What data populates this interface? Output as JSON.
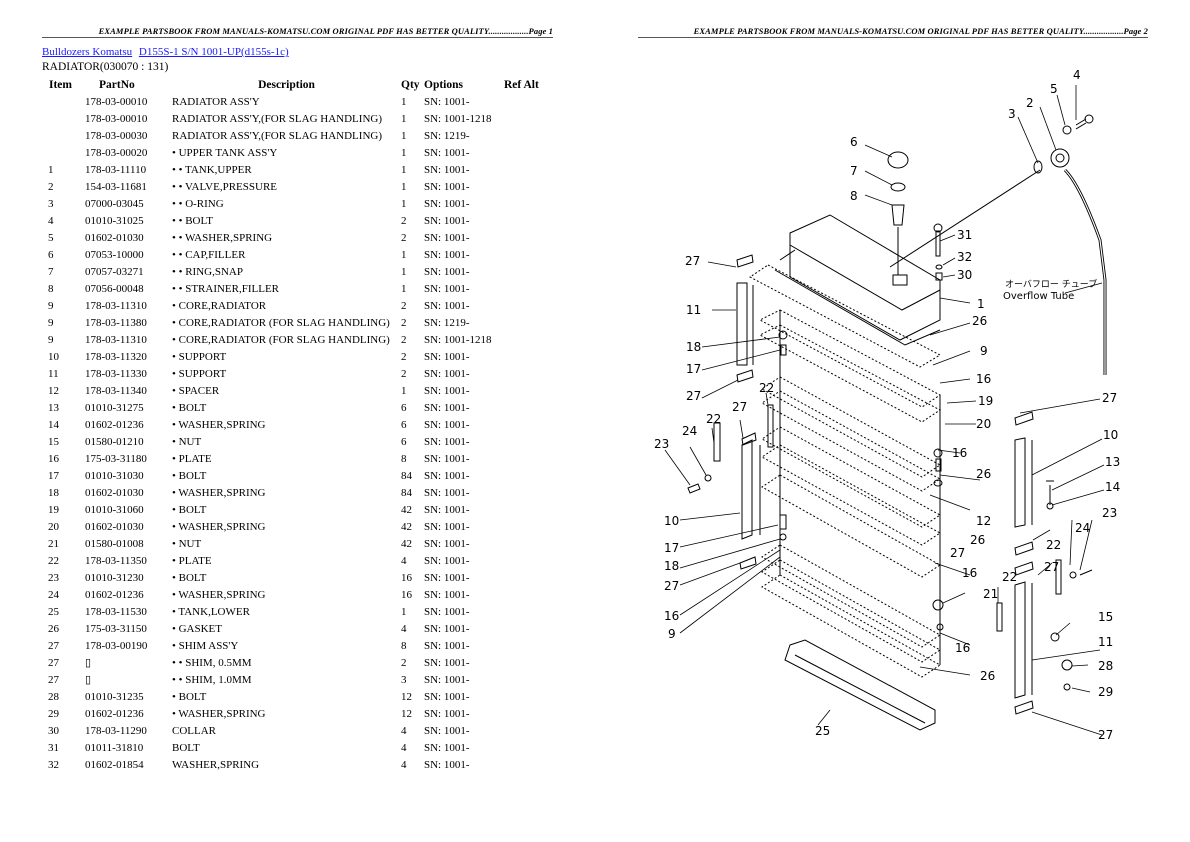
{
  "header": {
    "page1": "EXAMPLE PARTSBOOK FROM MANUALS-KOMATSU.COM ORIGINAL PDF HAS BETTER QUALITY..................Page 1",
    "page2": "EXAMPLE PARTSBOOK FROM MANUALS-KOMATSU.COM ORIGINAL PDF HAS BETTER QUALITY..................Page 2"
  },
  "breadcrumb": {
    "category": "Bulldozers Komatsu",
    "model": "D155S-1 S/N 1001-UP(d155s-1c)"
  },
  "section_title": "RADIATOR(030070 : 131)",
  "table": {
    "columns": [
      "Item",
      "PartNo",
      "Description",
      "Qty",
      "Options",
      "Ref Alt"
    ],
    "rows": [
      {
        "item": "",
        "part": "178-03-00010",
        "desc": "RADIATOR ASS'Y",
        "qty": "1",
        "opt": "SN: 1001-",
        "ref": ""
      },
      {
        "item": "",
        "part": "178-03-00010",
        "desc": "RADIATOR ASS'Y,(FOR SLAG HANDLING)",
        "qty": "1",
        "opt": "SN: 1001-1218",
        "ref": ""
      },
      {
        "item": "",
        "part": "178-03-00030",
        "desc": "RADIATOR ASS'Y,(FOR SLAG HANDLING)",
        "qty": "1",
        "opt": "SN: 1219-",
        "ref": ""
      },
      {
        "item": "",
        "part": "178-03-00020",
        "desc": "• UPPER TANK ASS'Y",
        "qty": "1",
        "opt": "SN: 1001-",
        "ref": ""
      },
      {
        "item": "1",
        "part": "178-03-11110",
        "desc": "• • TANK,UPPER",
        "qty": "1",
        "opt": "SN: 1001-",
        "ref": ""
      },
      {
        "item": "2",
        "part": "154-03-11681",
        "desc": "• • VALVE,PRESSURE",
        "qty": "1",
        "opt": "SN: 1001-",
        "ref": ""
      },
      {
        "item": "3",
        "part": "07000-03045",
        "desc": "• • O-RING",
        "qty": "1",
        "opt": "SN: 1001-",
        "ref": ""
      },
      {
        "item": "4",
        "part": "01010-31025",
        "desc": "• • BOLT",
        "qty": "2",
        "opt": "SN: 1001-",
        "ref": ""
      },
      {
        "item": "5",
        "part": "01602-01030",
        "desc": "• • WASHER,SPRING",
        "qty": "2",
        "opt": "SN: 1001-",
        "ref": ""
      },
      {
        "item": "6",
        "part": "07053-10000",
        "desc": "• • CAP,FILLER",
        "qty": "1",
        "opt": "SN: 1001-",
        "ref": ""
      },
      {
        "item": "7",
        "part": "07057-03271",
        "desc": "• • RING,SNAP",
        "qty": "1",
        "opt": "SN: 1001-",
        "ref": ""
      },
      {
        "item": "8",
        "part": "07056-00048",
        "desc": "• • STRAINER,FILLER",
        "qty": "1",
        "opt": "SN: 1001-",
        "ref": ""
      },
      {
        "item": "9",
        "part": "178-03-11310",
        "desc": "• CORE,RADIATOR",
        "qty": "2",
        "opt": "SN: 1001-",
        "ref": ""
      },
      {
        "item": "9",
        "part": "178-03-11380",
        "desc": "• CORE,RADIATOR (FOR SLAG HANDLING)",
        "qty": "2",
        "opt": "SN: 1219-",
        "ref": ""
      },
      {
        "item": "9",
        "part": "178-03-11310",
        "desc": "• CORE,RADIATOR (FOR SLAG HANDLING)",
        "qty": "2",
        "opt": "SN: 1001-1218",
        "ref": ""
      },
      {
        "item": "10",
        "part": "178-03-11320",
        "desc": "• SUPPORT",
        "qty": "2",
        "opt": "SN: 1001-",
        "ref": ""
      },
      {
        "item": "11",
        "part": "178-03-11330",
        "desc": "• SUPPORT",
        "qty": "2",
        "opt": "SN: 1001-",
        "ref": ""
      },
      {
        "item": "12",
        "part": "178-03-11340",
        "desc": "• SPACER",
        "qty": "1",
        "opt": "SN: 1001-",
        "ref": ""
      },
      {
        "item": "13",
        "part": "01010-31275",
        "desc": "• BOLT",
        "qty": "6",
        "opt": "SN: 1001-",
        "ref": ""
      },
      {
        "item": "14",
        "part": "01602-01236",
        "desc": "• WASHER,SPRING",
        "qty": "6",
        "opt": "SN: 1001-",
        "ref": ""
      },
      {
        "item": "15",
        "part": "01580-01210",
        "desc": "• NUT",
        "qty": "6",
        "opt": "SN: 1001-",
        "ref": ""
      },
      {
        "item": "16",
        "part": "175-03-31180",
        "desc": "• PLATE",
        "qty": "8",
        "opt": "SN: 1001-",
        "ref": ""
      },
      {
        "item": "17",
        "part": "01010-31030",
        "desc": "• BOLT",
        "qty": "84",
        "opt": "SN: 1001-",
        "ref": ""
      },
      {
        "item": "18",
        "part": "01602-01030",
        "desc": "• WASHER,SPRING",
        "qty": "84",
        "opt": "SN: 1001-",
        "ref": ""
      },
      {
        "item": "19",
        "part": "01010-31060",
        "desc": "• BOLT",
        "qty": "42",
        "opt": "SN: 1001-",
        "ref": ""
      },
      {
        "item": "20",
        "part": "01602-01030",
        "desc": "• WASHER,SPRING",
        "qty": "42",
        "opt": "SN: 1001-",
        "ref": ""
      },
      {
        "item": "21",
        "part": "01580-01008",
        "desc": "• NUT",
        "qty": "42",
        "opt": "SN: 1001-",
        "ref": ""
      },
      {
        "item": "22",
        "part": "178-03-11350",
        "desc": "• PLATE",
        "qty": "4",
        "opt": "SN: 1001-",
        "ref": ""
      },
      {
        "item": "23",
        "part": "01010-31230",
        "desc": "• BOLT",
        "qty": "16",
        "opt": "SN: 1001-",
        "ref": ""
      },
      {
        "item": "24",
        "part": "01602-01236",
        "desc": "• WASHER,SPRING",
        "qty": "16",
        "opt": "SN: 1001-",
        "ref": ""
      },
      {
        "item": "25",
        "part": "178-03-11530",
        "desc": "• TANK,LOWER",
        "qty": "1",
        "opt": "SN: 1001-",
        "ref": ""
      },
      {
        "item": "26",
        "part": "175-03-31150",
        "desc": "• GASKET",
        "qty": "4",
        "opt": "SN: 1001-",
        "ref": ""
      },
      {
        "item": "27",
        "part": "178-03-00190",
        "desc": "• SHIM ASS'Y",
        "qty": "8",
        "opt": "SN: 1001-",
        "ref": ""
      },
      {
        "item": "27",
        "part": "▯",
        "desc": "• • SHIM, 0.5MM",
        "qty": "2",
        "opt": "SN: 1001-",
        "ref": ""
      },
      {
        "item": "27",
        "part": "▯",
        "desc": "• • SHIM, 1.0MM",
        "qty": "3",
        "opt": "SN: 1001-",
        "ref": ""
      },
      {
        "item": "28",
        "part": "01010-31235",
        "desc": "• BOLT",
        "qty": "12",
        "opt": "SN: 1001-",
        "ref": ""
      },
      {
        "item": "29",
        "part": "01602-01236",
        "desc": "• WASHER,SPRING",
        "qty": "12",
        "opt": "SN: 1001-",
        "ref": ""
      },
      {
        "item": "30",
        "part": "178-03-11290",
        "desc": "COLLAR",
        "qty": "4",
        "opt": "SN: 1001-",
        "ref": ""
      },
      {
        "item": "31",
        "part": "01011-31810",
        "desc": "BOLT",
        "qty": "4",
        "opt": "SN: 1001-",
        "ref": ""
      },
      {
        "item": "32",
        "part": "01602-01854",
        "desc": "WASHER,SPRING",
        "qty": "4",
        "opt": "SN: 1001-",
        "ref": ""
      }
    ]
  },
  "diagram": {
    "overflow_label_jp": "オーバフロー チューブ",
    "overflow_label": "Overflow Tube",
    "callouts": [
      "1",
      "2",
      "3",
      "4",
      "5",
      "6",
      "7",
      "8",
      "9",
      "10",
      "11",
      "12",
      "13",
      "14",
      "15",
      "16",
      "17",
      "18",
      "19",
      "20",
      "21",
      "22",
      "23",
      "24",
      "25",
      "26",
      "27",
      "28",
      "29",
      "30",
      "31",
      "32"
    ]
  },
  "colors": {
    "link": "#1a1aff",
    "text": "#000000",
    "background": "#ffffff"
  }
}
